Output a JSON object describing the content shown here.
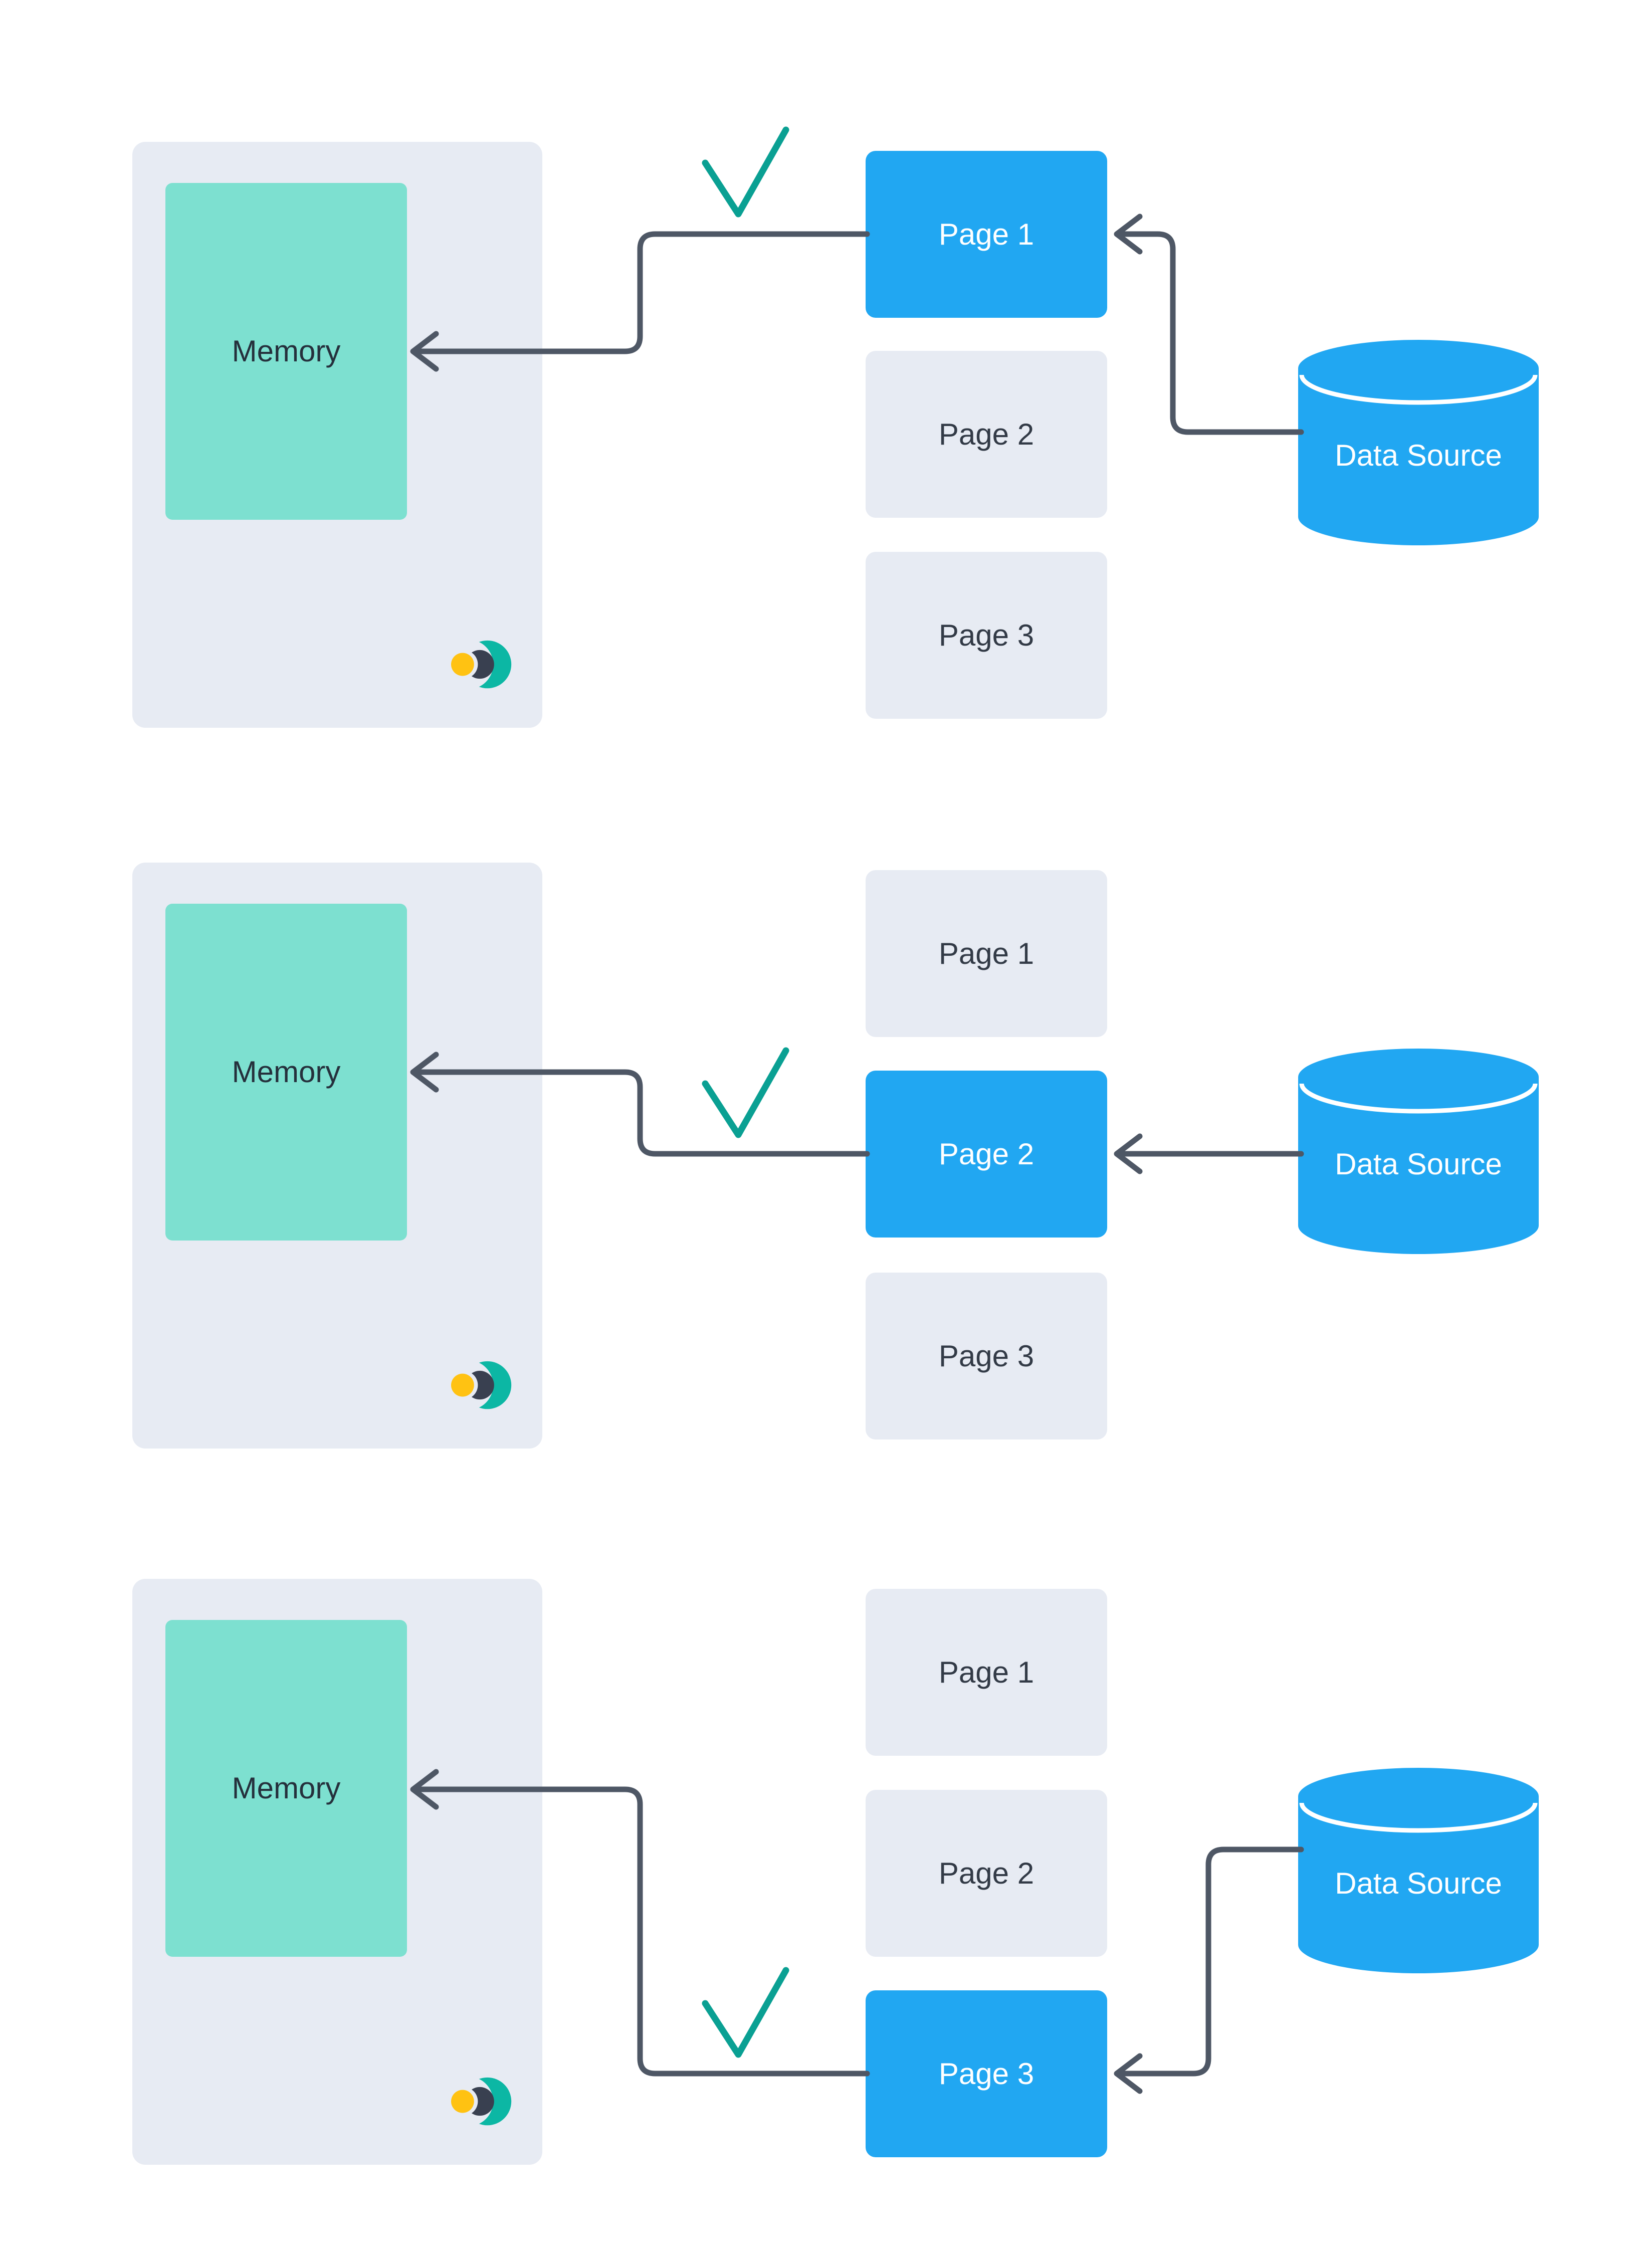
{
  "colors": {
    "background": "#ffffff",
    "panel": "#e7ebf3",
    "page_inactive": "#e7ebf3",
    "accent_blue": "#21a7f2",
    "memory_fill": "#7de0d0",
    "arrow": "#4e5765",
    "check": "#0aa093",
    "text_dark": "#25303c",
    "text_page": "#323a46",
    "text_on_blue": "#ffffff",
    "logo_teal": "#0cb7a4",
    "logo_dark": "#394050",
    "logo_yellow": "#ffc212"
  },
  "icons": {
    "checkmark": "check-icon",
    "data_source": "database-cylinder-icon",
    "logo": "crescent-moon-logo",
    "arrowheads": "arrow-left-icon"
  },
  "rows": [
    {
      "memory_label": "Memory",
      "pages": [
        {
          "label": "Page 1"
        },
        {
          "label": "Page 2"
        },
        {
          "label": "Page 3"
        }
      ],
      "active_page_index": 0,
      "datasource_label": "Data Source"
    },
    {
      "memory_label": "Memory",
      "pages": [
        {
          "label": "Page 1"
        },
        {
          "label": "Page 2"
        },
        {
          "label": "Page 3"
        }
      ],
      "active_page_index": 1,
      "datasource_label": "Data Source"
    },
    {
      "memory_label": "Memory",
      "pages": [
        {
          "label": "Page 1"
        },
        {
          "label": "Page 2"
        },
        {
          "label": "Page 3"
        }
      ],
      "active_page_index": 2,
      "datasource_label": "Data Source"
    }
  ]
}
